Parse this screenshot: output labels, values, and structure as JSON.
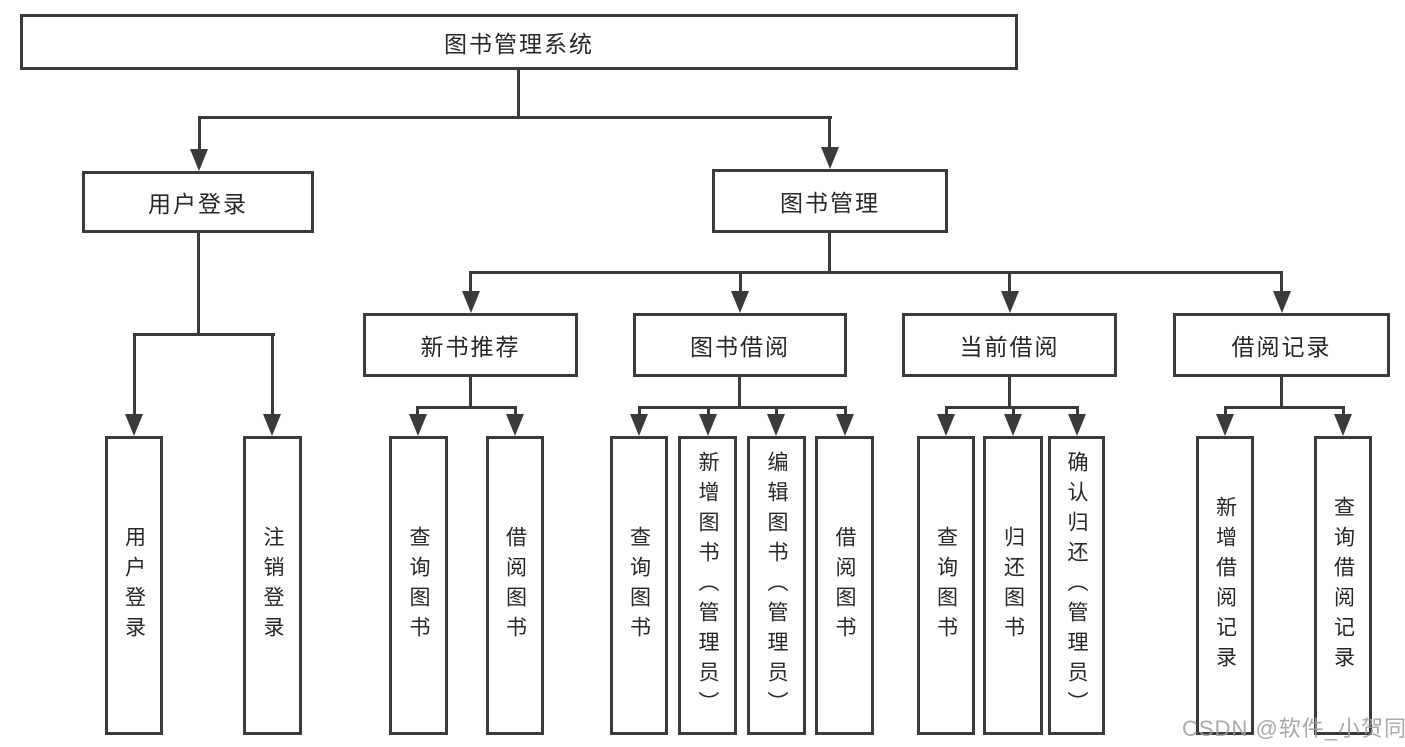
{
  "nodes": {
    "root": "图书管理系统",
    "user_login": "用户登录",
    "book_mgmt": "图书管理",
    "new_book_rec": "新书推荐",
    "book_borrow": "图书借阅",
    "current_borrow": "当前借阅",
    "borrow_record": "借阅记录",
    "leaves": [
      "用户登录",
      "注销登录",
      "查询图书",
      "借阅图书",
      "查询图书",
      "新增图书（管理员）",
      "编辑图书（管理员）",
      "借阅图书",
      "查询图书",
      "归还图书",
      "确认归还（管理员）",
      "新增借阅记录",
      "查询借阅记录"
    ]
  },
  "watermark": "CSDN @软件_小贺同学",
  "colors": {
    "line": "#3a3a3a",
    "text": "#272727",
    "background": "#ffffff",
    "watermark": "#9e9e9e"
  }
}
